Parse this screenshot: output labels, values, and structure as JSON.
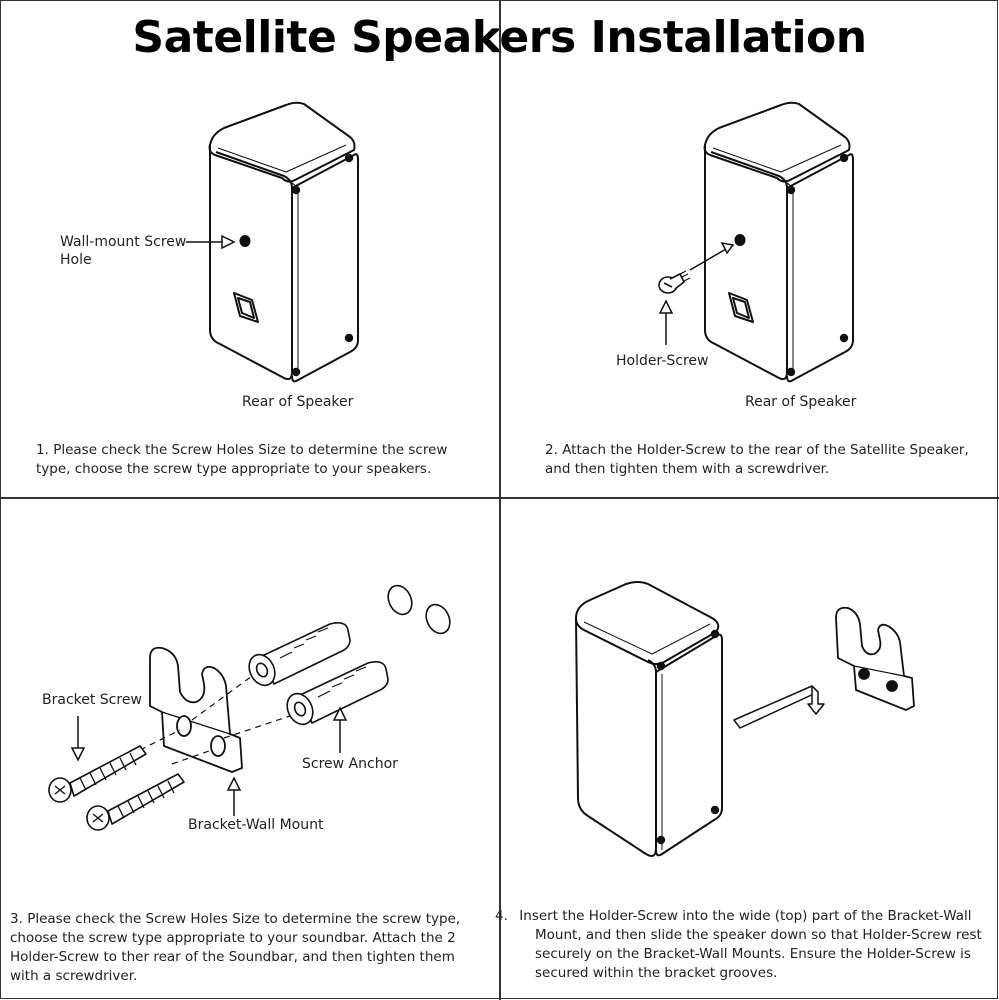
{
  "title": "Satellite Speakers Installation",
  "panel1": {
    "callout_hole": "Wall-mount Screw Hole",
    "caption": "Rear of Speaker",
    "step_num": "1.",
    "step_text": "Please check the Screw Holes Size to determine the screw type, choose the screw type appropriate to your speakers."
  },
  "panel2": {
    "callout_screw": "Holder-Screw",
    "caption": "Rear of Speaker",
    "step_num": "2.",
    "step_text": "Attach the Holder-Screw to the rear of the Satellite Speaker, and then tighten them with a screwdriver."
  },
  "panel3": {
    "callout_bracket_screw": "Bracket Screw",
    "callout_anchor": "Screw Anchor",
    "callout_mount": "Bracket-Wall Mount",
    "step_num": "3.",
    "step_text": "Please check the Screw Holes Size to determine the screw type, choose the screw type appropriate to your soundbar. Attach the 2 Holder-Screw to ther rear of the Soundbar,  and then tighten them with a screwdriver."
  },
  "panel4": {
    "step_num": "4.",
    "step_text": "Insert the Holder-Screw into the wide (top) part of the Bracket-Wall Mount,  and then slide the speaker down so that Holder-Screw rest securely on the Bracket-Wall Mounts. Ensure the Holder-Screw is secured within the bracket grooves."
  }
}
